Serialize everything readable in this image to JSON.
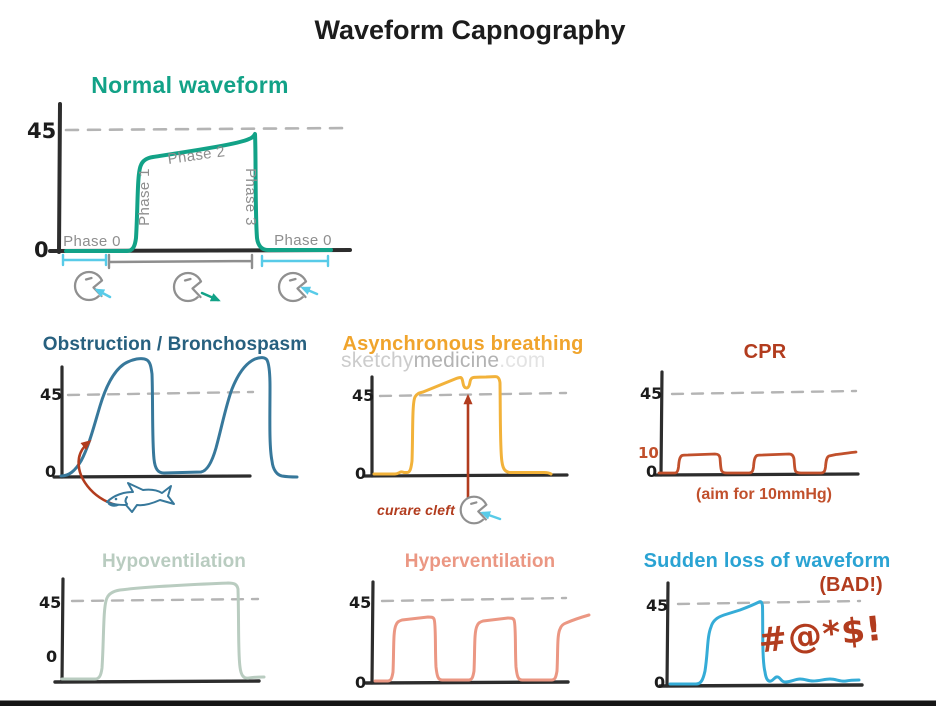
{
  "page": {
    "title": "Waveform Capnography",
    "watermark": {
      "part1": "sketchy",
      "part2": "medicine",
      "part3": ".com"
    }
  },
  "colors": {
    "ink": "#1c1c1c",
    "axis": "#2d2d2d",
    "label_gray": "#8e8e8e",
    "dash_gray": "#b4b4b4",
    "teal": "#12a287",
    "blue_wave": "#37789b",
    "blue_title": "#27607f",
    "orange_title": "#f0a42c",
    "orange_wave": "#f2b23a",
    "red": "#b23c1e",
    "cpr_red": "#c1502c",
    "sage": "#b9ccc0",
    "salmon": "#eb9783",
    "cyan_title": "#2aa3d3",
    "cyan_wave": "#35acd7",
    "bracket_cyan": "#58cbe8",
    "face_gray": "#909090",
    "watermark_light": "#cccccc",
    "watermark_mid": "#b3b3b3",
    "watermark_faint": "#e3e3e3",
    "bottom_bar": "#161616"
  },
  "panels": {
    "normal": {
      "title": "Normal waveform",
      "y_max_label": "45",
      "y_zero_label": "0",
      "phase0_left": "Phase 0",
      "phase1": "Phase 1",
      "phase2": "Phase 2",
      "phase3": "Phase 3",
      "phase0_right": "Phase 0"
    },
    "obstruction": {
      "title": "Obstruction / Bronchospasm",
      "y_max_label": "45",
      "y_zero_label": "0"
    },
    "asynchronous": {
      "title": "Asynchronous breathing",
      "y_max_label": "45",
      "y_zero_label": "0",
      "annotation": "curare cleft"
    },
    "cpr": {
      "title": "CPR",
      "y_max_label": "45",
      "y_target_label": "10",
      "y_zero_label": "0",
      "caption": "(aim for 10mmHg)"
    },
    "hypoventilation": {
      "title": "Hypoventilation",
      "y_max_label": "45",
      "y_zero_label": "0"
    },
    "hyperventilation": {
      "title": "Hyperventilation",
      "y_max_label": "45",
      "y_zero_label": "0"
    },
    "sudden_loss": {
      "title": "Sudden loss of waveform",
      "subtitle": "(BAD!)",
      "y_max_label": "45",
      "y_zero_label": "0",
      "expletive": "#@*$!"
    }
  }
}
